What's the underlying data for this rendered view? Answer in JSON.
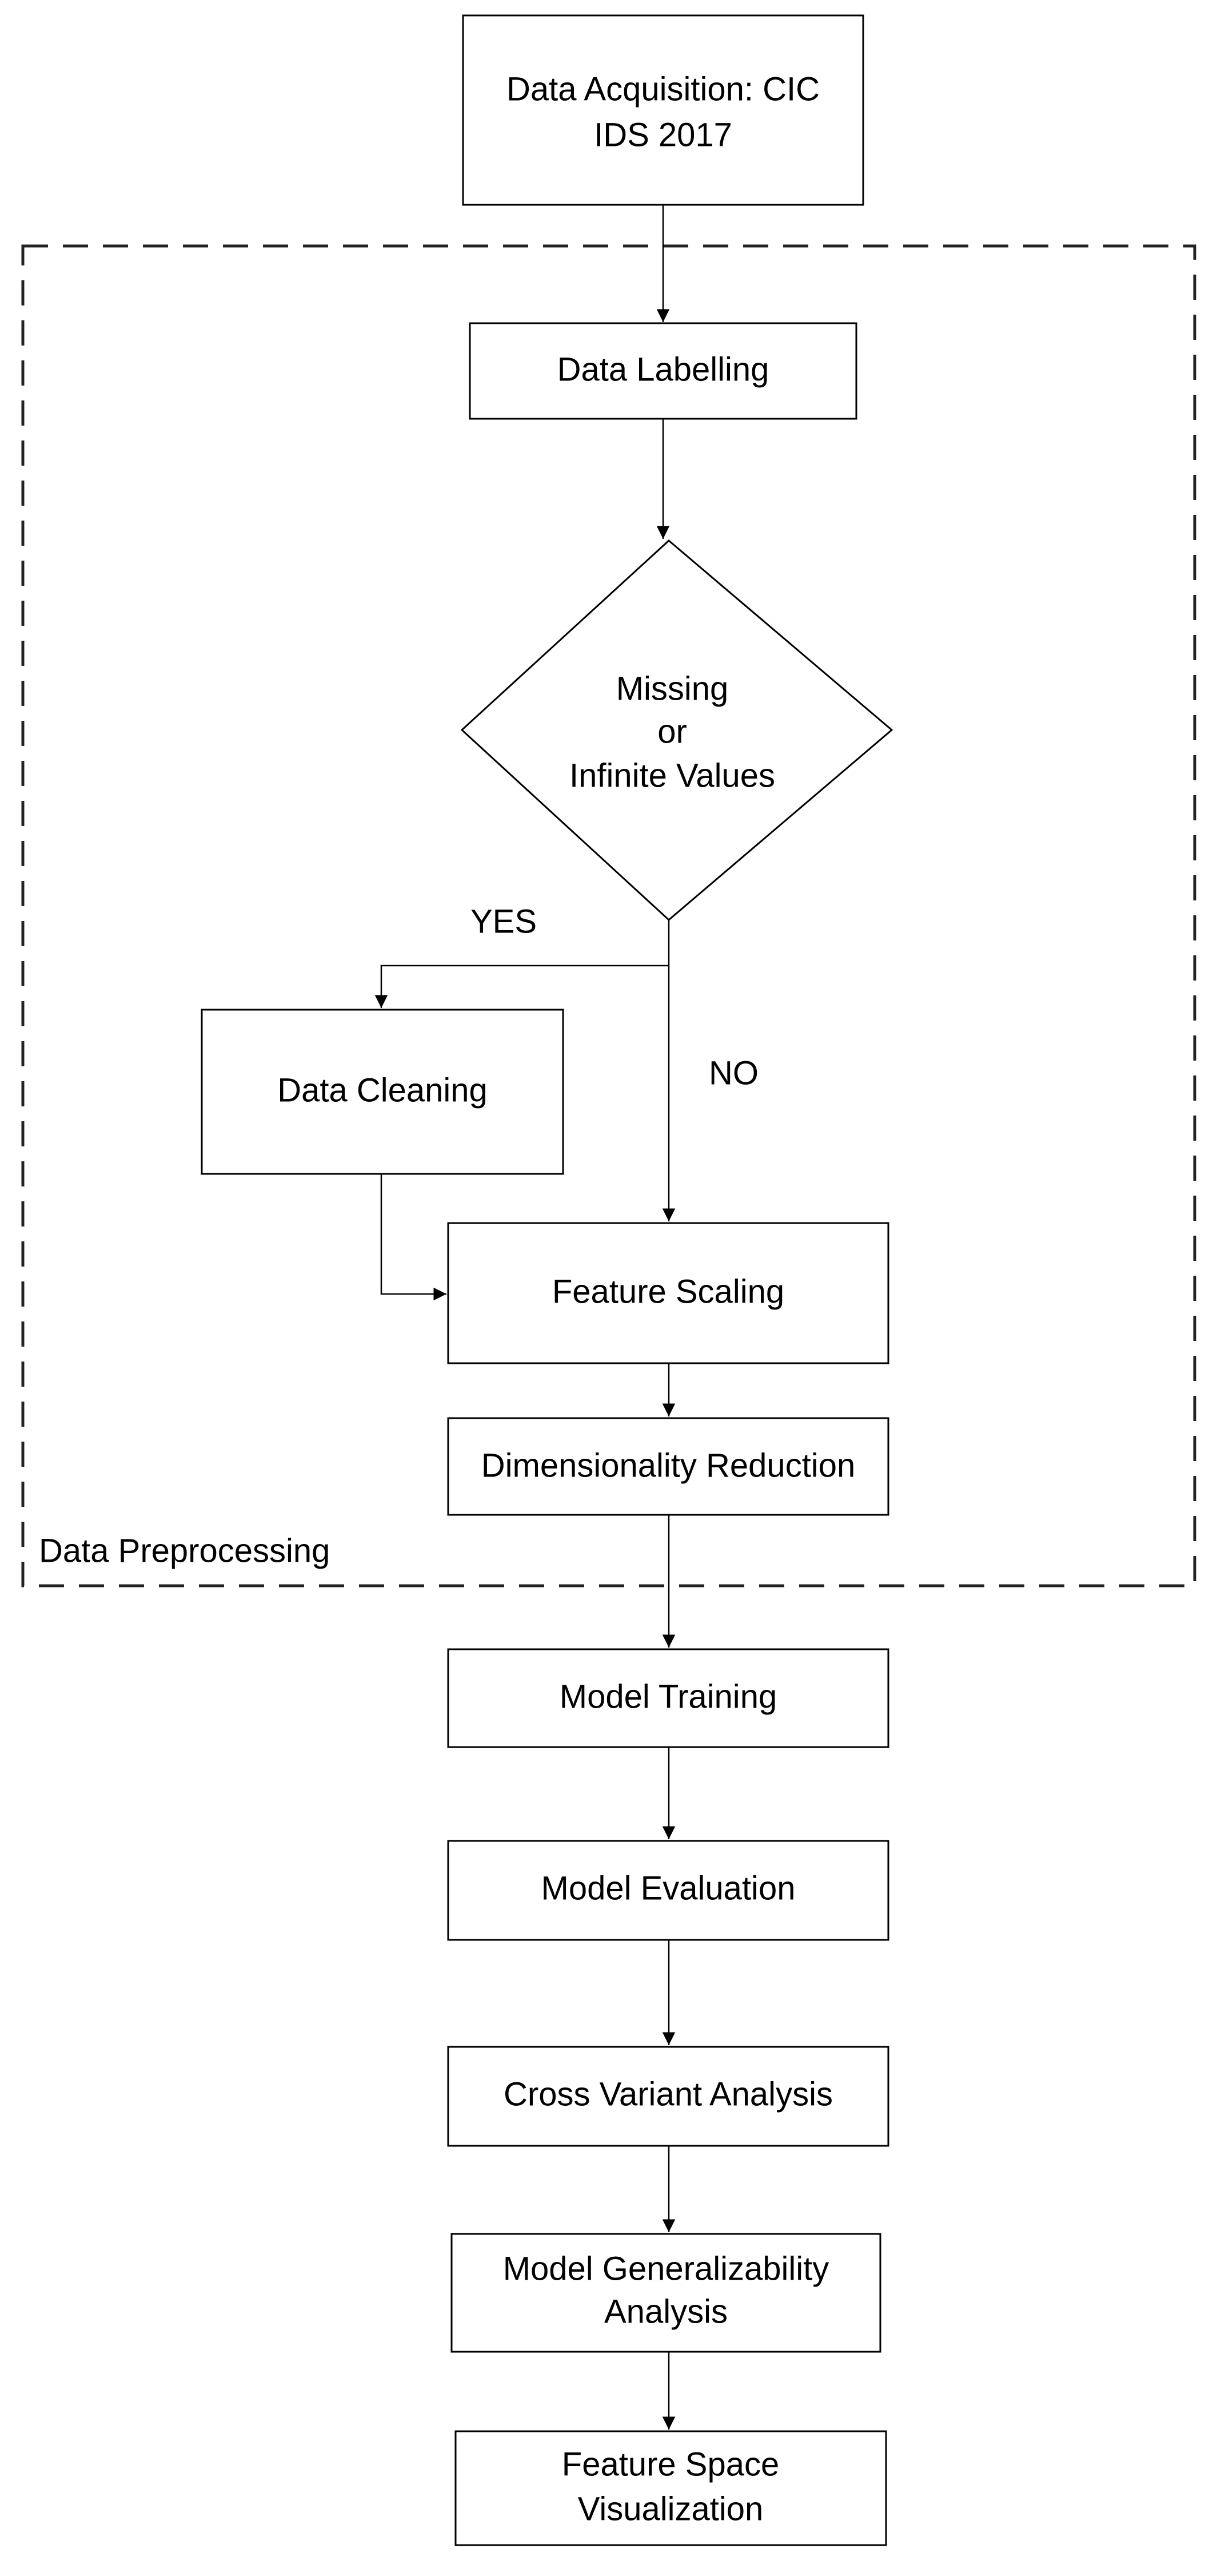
{
  "nodes": {
    "acquisition": [
      "Data Acquisition: CIC",
      "IDS 2017"
    ],
    "labelling": "Data Labelling",
    "decision": [
      "Missing",
      "or",
      "Infinite Values"
    ],
    "cleaning": "Data Cleaning",
    "scaling": "Feature Scaling",
    "dimred": "Dimensionality Reduction",
    "training": "Model Training",
    "evaluation": "Model Evaluation",
    "cross": "Cross Variant Analysis",
    "generalizability": [
      "Model Generalizability",
      "Analysis"
    ],
    "visualization": [
      "Feature Space",
      "Visualization"
    ]
  },
  "edges": {
    "yes_label": "YES",
    "no_label": "NO"
  },
  "group": {
    "label": "Data Preprocessing"
  }
}
